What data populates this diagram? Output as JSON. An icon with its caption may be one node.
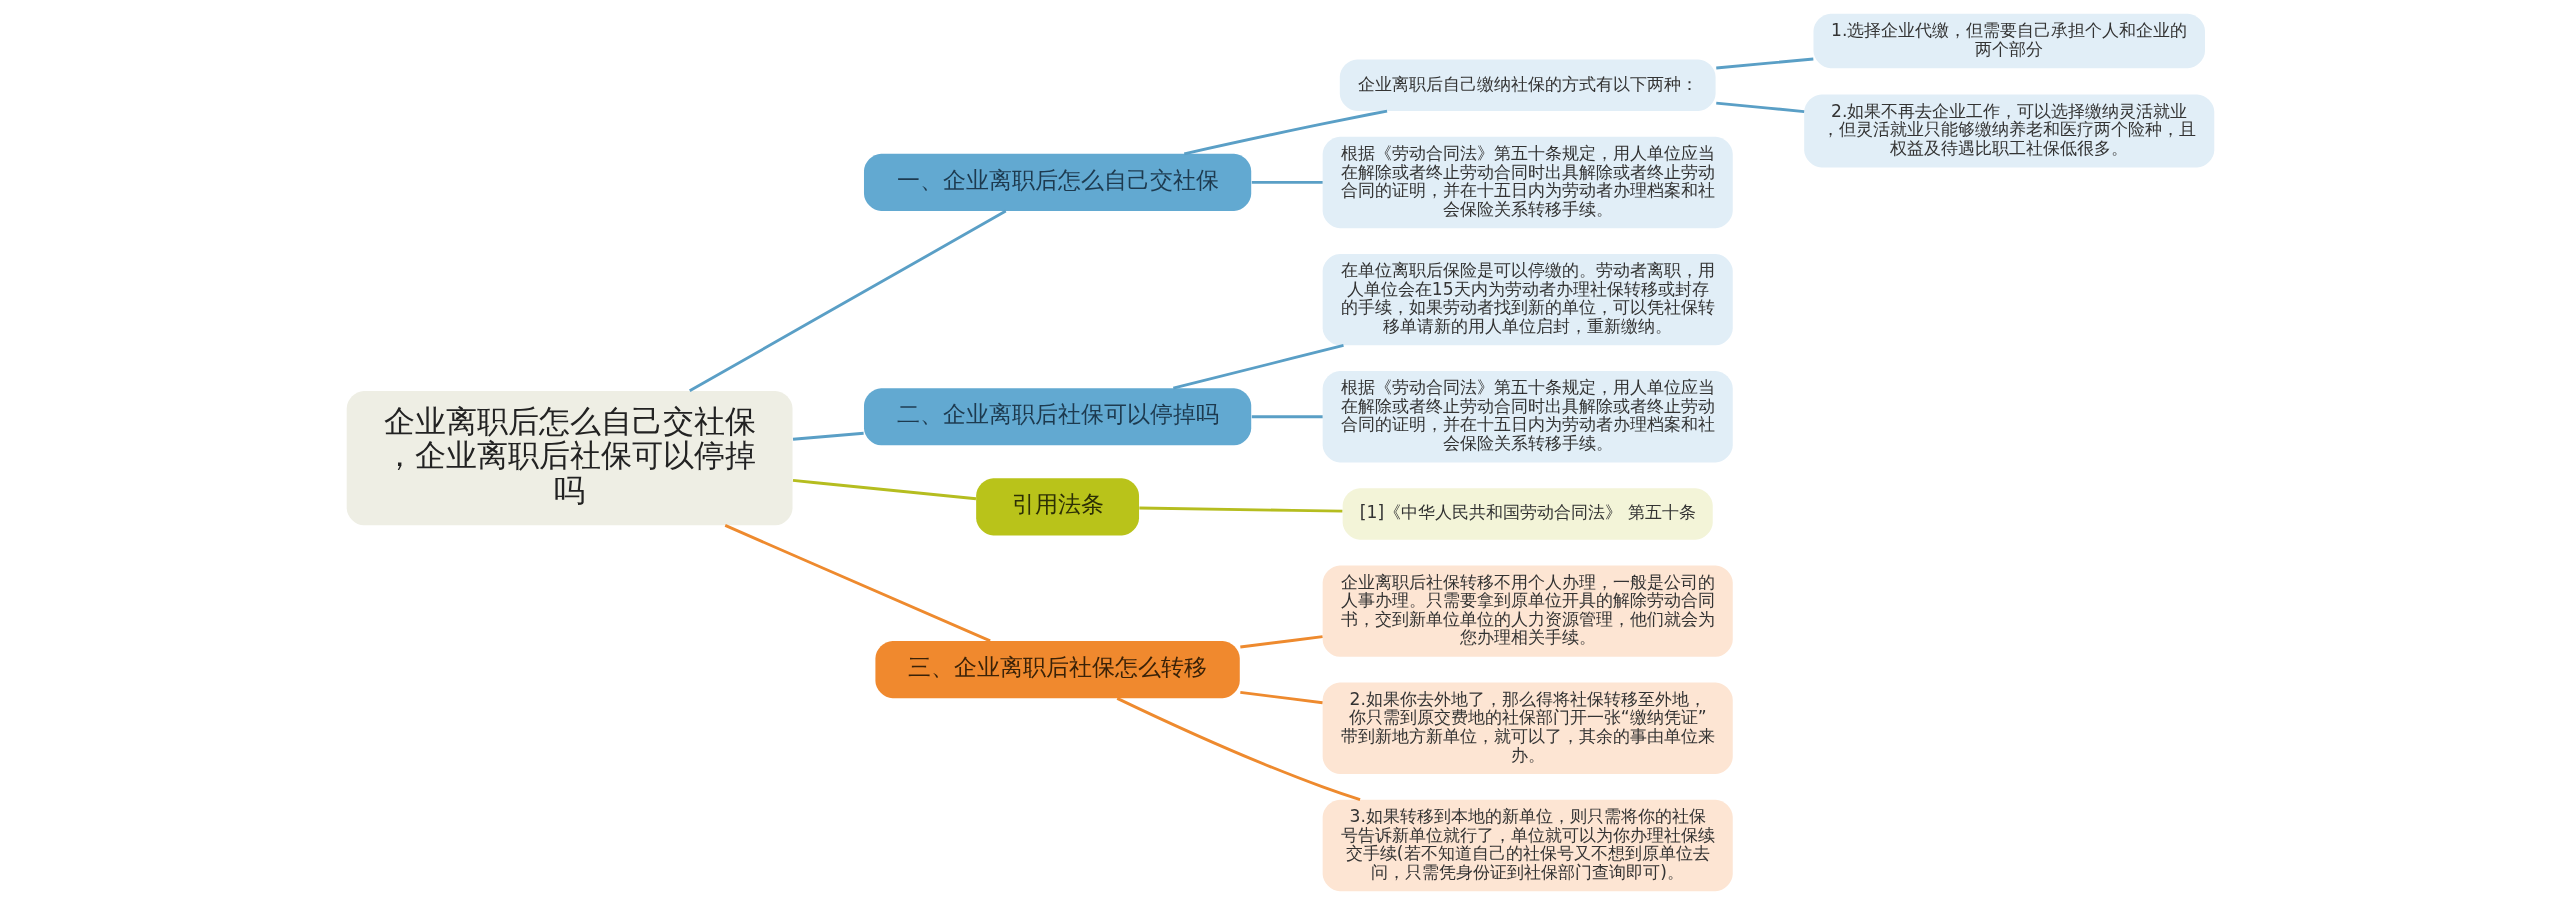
{
  "diagram": {
    "nodes": [
      {
        "text": [
          "企业离职后怎么自己交社保，企业离职后社保可以停掉吗"
        ]
      },
      {
        "text": [
          "一、企业离职后怎么自己交社保"
        ]
      },
      {
        "text": [
          "企业离职后自己缴纳社保的方式有以下两种："
        ]
      },
      {
        "text": [
          "1.选择企业代缴，但需要自己承担个人和企业的两个部分"
        ]
      },
      {
        "text": [
          "2.如果不再去企业工作，可以选择缴纳灵活就业，但灵活就业只能够缴纳养老和医疗两个险种，且权益及待遇比职工社保低很多。"
        ]
      },
      {
        "text": [
          "根据《劳动合同法》第五十条规定，用人单位应当在解除或者终止劳动合同时出具解除或者终止劳动合同的证明，并在十五日内为劳动者办理档案和社会保险关系转移手续。"
        ]
      },
      {
        "text": [
          "二、企业离职后社保可以停掉吗"
        ]
      },
      {
        "text": [
          "在单位离职后保险是可以停缴的。劳动者离职，用人单位会在15天内为劳动者办理社保转移或封存的手续，如果劳动者找到新的单位，可以凭社保转移单请新的用人单位启封，重新缴纳。"
        ]
      },
      {
        "text": [
          "根据《劳动合同法》第五十条规定，用人单位应当在解除或者终止劳动合同时出具解除或者终止劳动合同的证明，并在十五日内为劳动者办理档案和社会保险关系转移手续。"
        ]
      },
      {
        "text": [
          "引用法条"
        ]
      },
      {
        "text": [
          "[1]《中华人民共和国劳动合同法》 第五十条"
        ]
      },
      {
        "text": [
          "三、企业离职后社保怎么转移"
        ]
      },
      {
        "text": [
          "企业离职后社保转移不用个人办理，一般是公司的人事办理。只需要拿到原单位开具的解除劳动合同书，交到新单位单位的人力资源管理，他们就会为您办理相关手续。"
        ]
      },
      {
        "text": [
          "2.如果你去外地了，那么得将社保转移至外地，你只需到原交费地的社保部门开一张“缴纳凭证”带到新地方新单位，就可以了，其余的事由单位来办。"
        ]
      },
      {
        "text": [
          "3.如果转移到本地的新单位，则只需将你的社保号告诉新单位就行了，单位就可以为你办理社保续交手续(若不知道自己的社保号又不想到原单位去问，只需凭身份证到社保部门查询即可)。"
        ]
      }
    ],
    "edges": [
      {
        "from": 0,
        "to": 1,
        "arrow": "none"
      },
      {
        "from": 1,
        "to": 2,
        "arrow": "none"
      },
      {
        "from": 2,
        "to": 3,
        "arrow": "none"
      },
      {
        "from": 2,
        "to": 4,
        "arrow": "none"
      },
      {
        "from": 1,
        "to": 5,
        "arrow": "none"
      },
      {
        "from": 0,
        "to": 6,
        "arrow": "none"
      },
      {
        "from": 6,
        "to": 7,
        "arrow": "none"
      },
      {
        "from": 6,
        "to": 8,
        "arrow": "none"
      },
      {
        "from": 0,
        "to": 9,
        "arrow": "none",
        "color": "#b5bd1f"
      },
      {
        "from": 9,
        "to": 10,
        "arrow": "none",
        "color": "#b5bd1f"
      },
      {
        "from": 0,
        "to": 11,
        "arrow": "none",
        "color": "#ee8a2e"
      },
      {
        "from": 11,
        "to": 12,
        "arrow": "none",
        "color": "#ee8a2e"
      },
      {
        "from": 11,
        "to": 13,
        "arrow": "none",
        "color": "#ee8a2e"
      },
      {
        "from": 11,
        "to": 14,
        "arrow": "none",
        "color": "#ee8a2e"
      }
    ]
  }
}
